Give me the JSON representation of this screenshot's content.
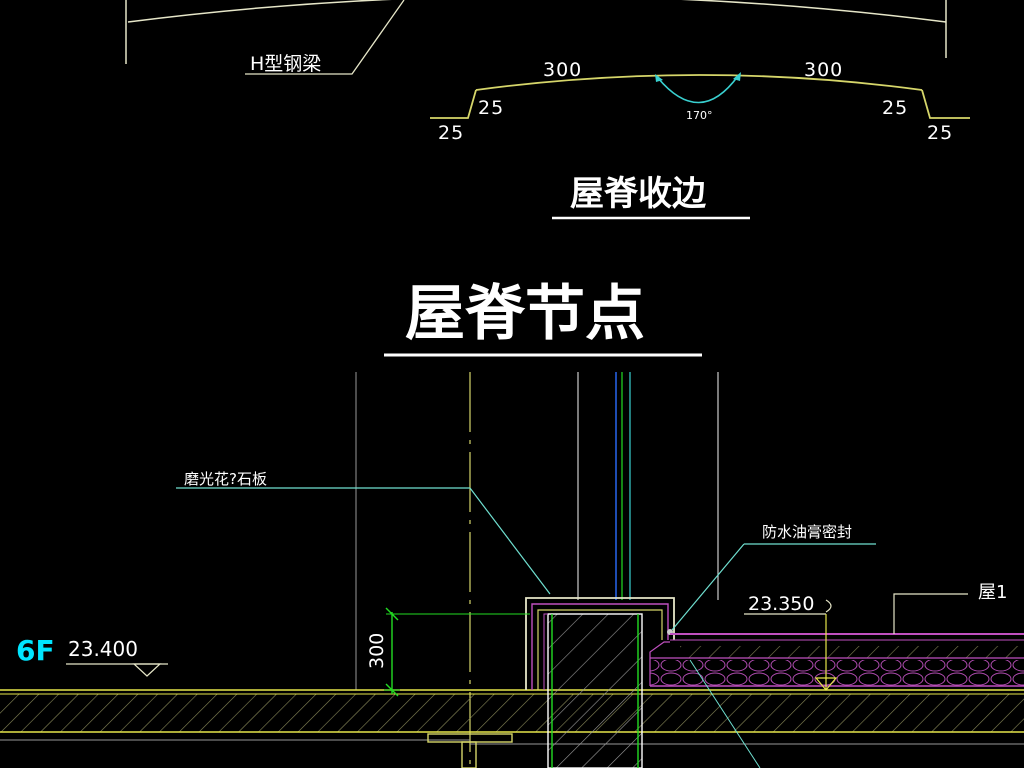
{
  "labels": {
    "h_beam": "H型钢梁",
    "ridge_trim": "屋脊收边",
    "ridge_node": "屋脊节点",
    "stone_panel": "磨光花?石板",
    "waterproof_seal": "防水油膏密封",
    "roof_tag": "屋1",
    "floor_tag": "6F",
    "floor_elevation": "23.400",
    "roof_elevation": "23.350",
    "dim_300_left": "300",
    "dim_300_right": "300",
    "dim_25_a": "25",
    "dim_25_b": "25",
    "dim_25_c": "25",
    "dim_25_d": "25",
    "angle": "170°",
    "dim_300_vertical": "300"
  },
  "colors": {
    "background": "#000000",
    "text": "#ffffff",
    "ridge_line": "#d6d66a",
    "leader": "#6fdfd0",
    "green": "#22dd22",
    "yellow": "#e6e64a",
    "magenta": "#c050c0",
    "cyan": "#00e5ff",
    "blue": "#2a6cff"
  }
}
